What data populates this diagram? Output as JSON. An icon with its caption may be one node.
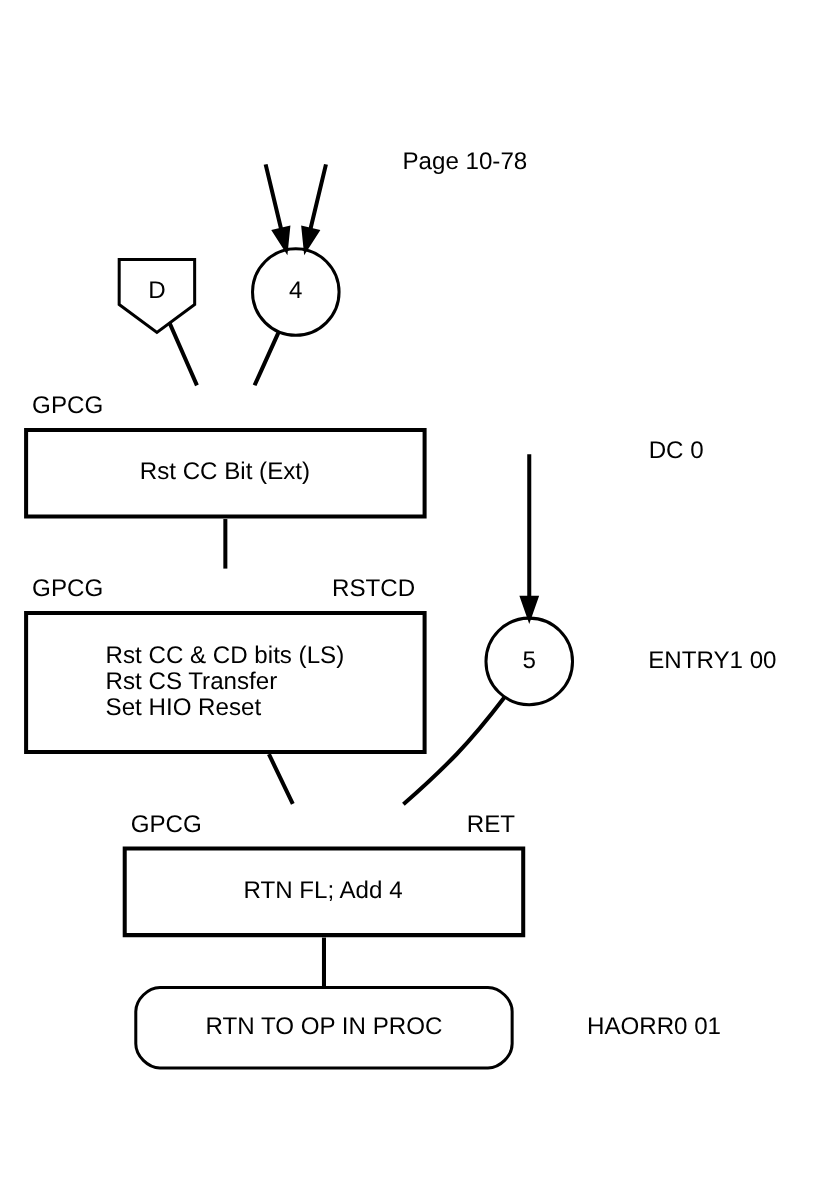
{
  "diagram": {
    "nodes": [
      {
        "text": [
          "D"
        ]
      },
      {
        "text": [
          "4"
        ]
      },
      {
        "text": [
          "GPCG",
          "Rst CC Bit (Ext)"
        ]
      },
      {
        "text": [
          "GPCG",
          "RSTCD",
          "Rst CC & CD bits (LS)",
          "Rst CS Transfer",
          "Set HIO Reset"
        ]
      },
      {
        "text": [
          "5"
        ]
      },
      {
        "text": [
          "GPCG",
          "RET",
          "RTN FL; Add 4"
        ]
      },
      {
        "text": [
          "RTN TO OP IN PROC"
        ]
      }
    ],
    "edges": [
      {
        "from": null,
        "to": 1,
        "arrow": "to"
      },
      {
        "from": null,
        "to": 1,
        "arrow": "to"
      },
      {
        "from": 0,
        "to": 2,
        "arrow": "none"
      },
      {
        "from": 1,
        "to": 2,
        "arrow": "none"
      },
      {
        "from": 2,
        "to": 3,
        "arrow": "none"
      },
      {
        "from": 3,
        "to": 5,
        "arrow": "none"
      },
      {
        "from": null,
        "to": 4,
        "arrow": "to"
      },
      {
        "from": 4,
        "to": 5,
        "arrow": "none"
      },
      {
        "from": 5,
        "to": 6,
        "arrow": "none"
      }
    ],
    "labels": [
      "Page 10-78",
      "DC 0",
      "ENTRY1 00",
      "HAORR0 01"
    ]
  }
}
